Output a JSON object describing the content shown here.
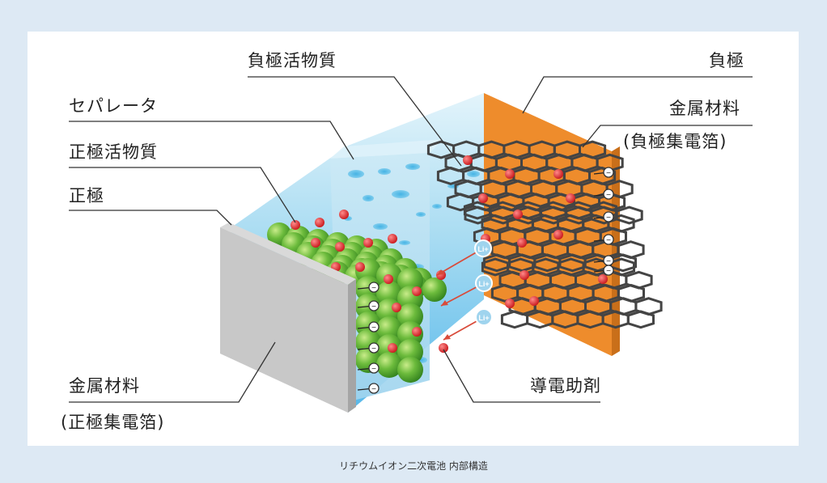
{
  "labels": {
    "negative_active_material": "負極活物質",
    "negative_electrode": "負極",
    "separator": "セパレータ",
    "metal_material_neg": "金属材料",
    "neg_current_collector": "(負極集電箔)",
    "positive_active_material": "正極活物質",
    "positive_electrode": "正極",
    "metal_material_pos": "金属材料",
    "pos_current_collector": "(正極集電箔)",
    "conductive_additive": "導電助剤"
  },
  "ion_label": "Li+",
  "electron_symbol": "−",
  "caption": "リチウムイオン二次電池 内部構造",
  "colors": {
    "background": "#dde9f4",
    "panel": "#ffffff",
    "positive_collector": "#c8c8c8",
    "negative_collector": "#ee8c2c",
    "separator": "#bfe3f3",
    "active_sphere": "#5aae32",
    "red_dot": "#e22a2a",
    "graphene": "#444444",
    "electrolyte": "#7ccbef"
  }
}
